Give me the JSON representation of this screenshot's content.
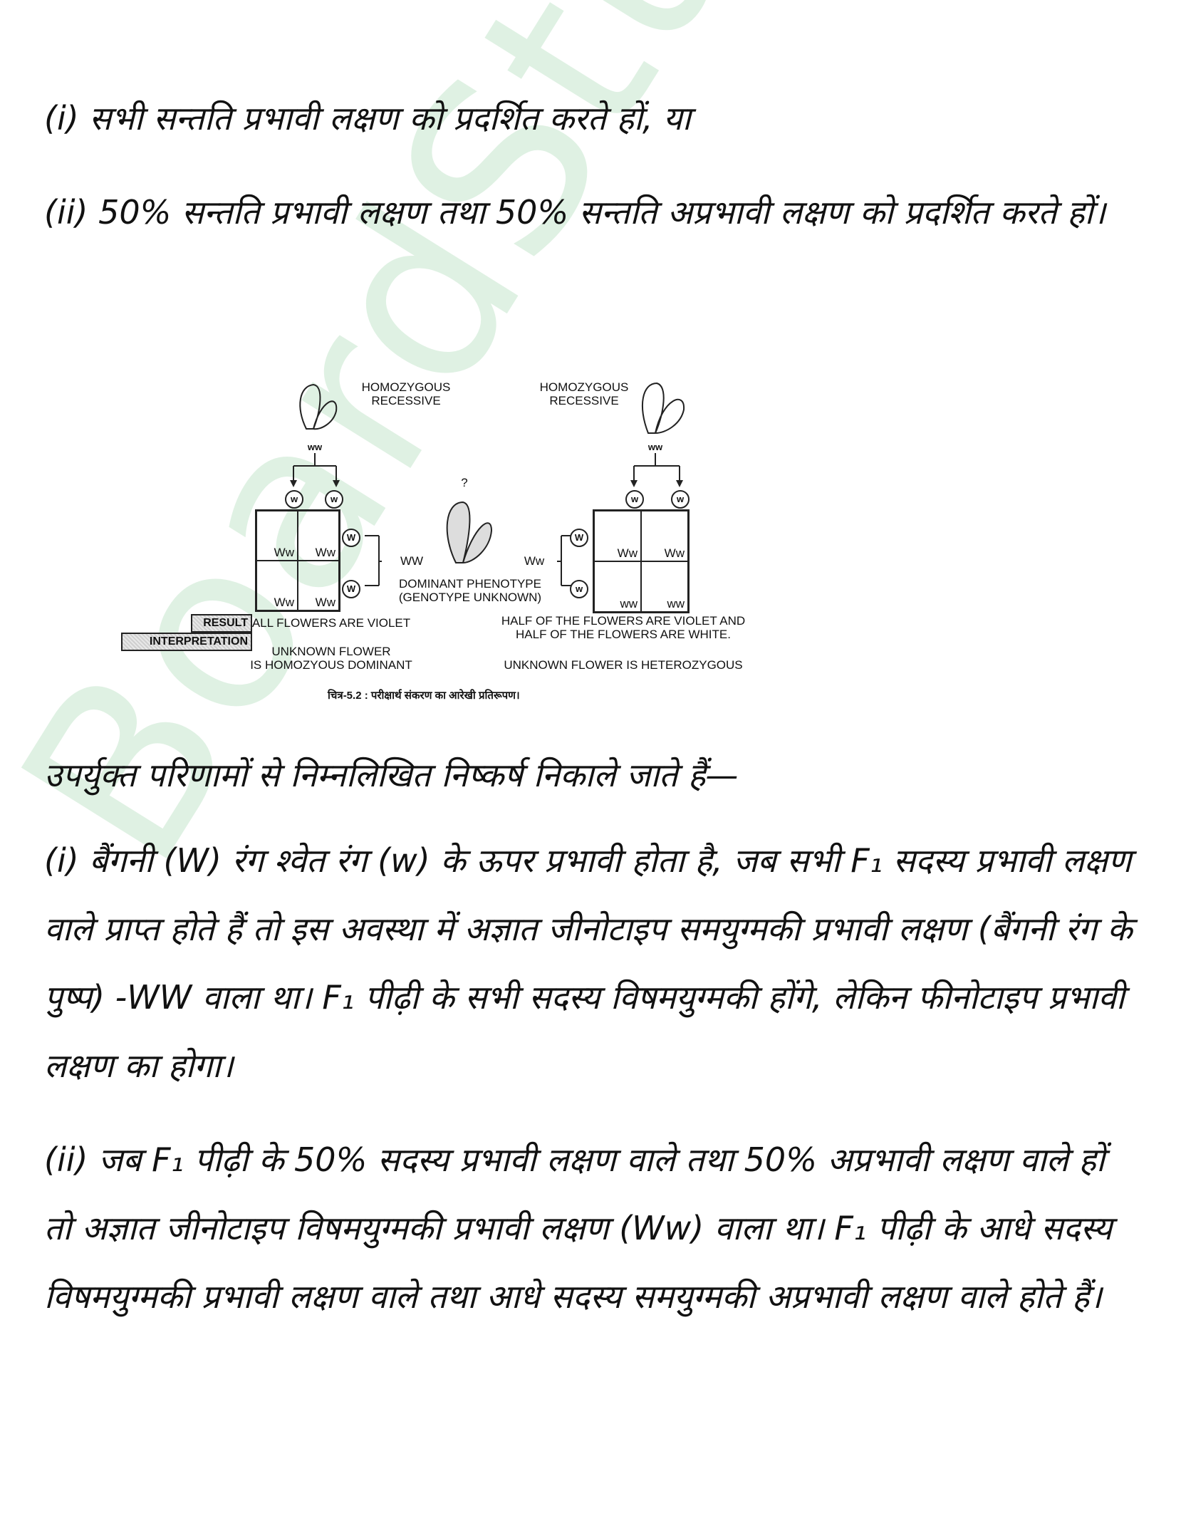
{
  "watermark": "BoardStudy",
  "intro_points": [
    {
      "text": "(i) सभी सन्तति प्रभावी लक्षण को प्रदर्शित करते हों, या"
    },
    {
      "text": "(ii) 50% सन्तति प्रभावी लक्षण तथा 50% सन्तति अप्रभावी लक्षण को प्रदर्शित करते हों।"
    }
  ],
  "figure": {
    "left_parent_label": "HOMOZYGOUS RECESSIVE",
    "left_parent_genotype": "ww",
    "right_parent_label": "HOMOZYGOUS RECESSIVE",
    "right_parent_genotype": "ww",
    "unknown_mark": "?",
    "unknown_label_line1": "DOMINANT PHENOTYPE",
    "unknown_label_line2": "(GENOTYPE UNKNOWN)",
    "left_option": "WW",
    "right_option": "Ww",
    "gamete_w": "w",
    "gamete_W": "W",
    "left_grid": [
      "Ww",
      "Ww",
      "Ww",
      "Ww"
    ],
    "right_grid": [
      "Ww",
      "Ww",
      "ww",
      "ww"
    ],
    "result_tag": "RESULT",
    "interpretation_tag": "INTERPRETATION",
    "left_result": "ALL FLOWERS ARE VIOLET",
    "right_result_line1": "HALF OF THE FLOWERS ARE VIOLET AND",
    "right_result_line2": "HALF OF THE FLOWERS ARE WHITE.",
    "left_interp_line1": "UNKNOWN FLOWER",
    "left_interp_line2": "IS HOMOZYOUS DOMINANT",
    "right_interp": "UNKNOWN FLOWER IS HETEROZYGOUS",
    "caption": "चित्र-5.2 : परीक्षार्थ संकरण का आरेखी प्रतिरूपण।"
  },
  "conclusion_heading": "उपर्युक्त परिणामों से निम्नलिखित निष्कर्ष निकाले जाते हैं—",
  "conclusions": [
    {
      "text": "(i) बैंगनी (W) रंग श्वेत रंग (w) के ऊपर प्रभावी होता है, जब सभी F₁ सदस्य प्रभावी लक्षण वाले प्राप्त होते हैं तो इस अवस्था में अज्ञात जीनोटाइप समयुग्मकी प्रभावी लक्षण (बैंगनी रंग के पुष्प) -WW वाला था। F₁ पीढ़ी के सभी सदस्य विषमयुग्मकी होंगे, लेकिन फीनोटाइप प्रभावी लक्षण का होगा।"
    },
    {
      "text": "(ii) जब F₁ पीढ़ी के 50% सदस्य प्रभावी लक्षण वाले तथा 50% अप्रभावी लक्षण वाले हों तो अज्ञात जीनोटाइप विषमयुग्मकी प्रभावी लक्षण (Ww) वाला था। F₁ पीढ़ी के आधे सदस्य विषमयुग्मकी प्रभावी लक्षण वाले तथा आधे सदस्य समयुग्मकी अप्रभावी लक्षण वाले होते हैं।"
    }
  ]
}
